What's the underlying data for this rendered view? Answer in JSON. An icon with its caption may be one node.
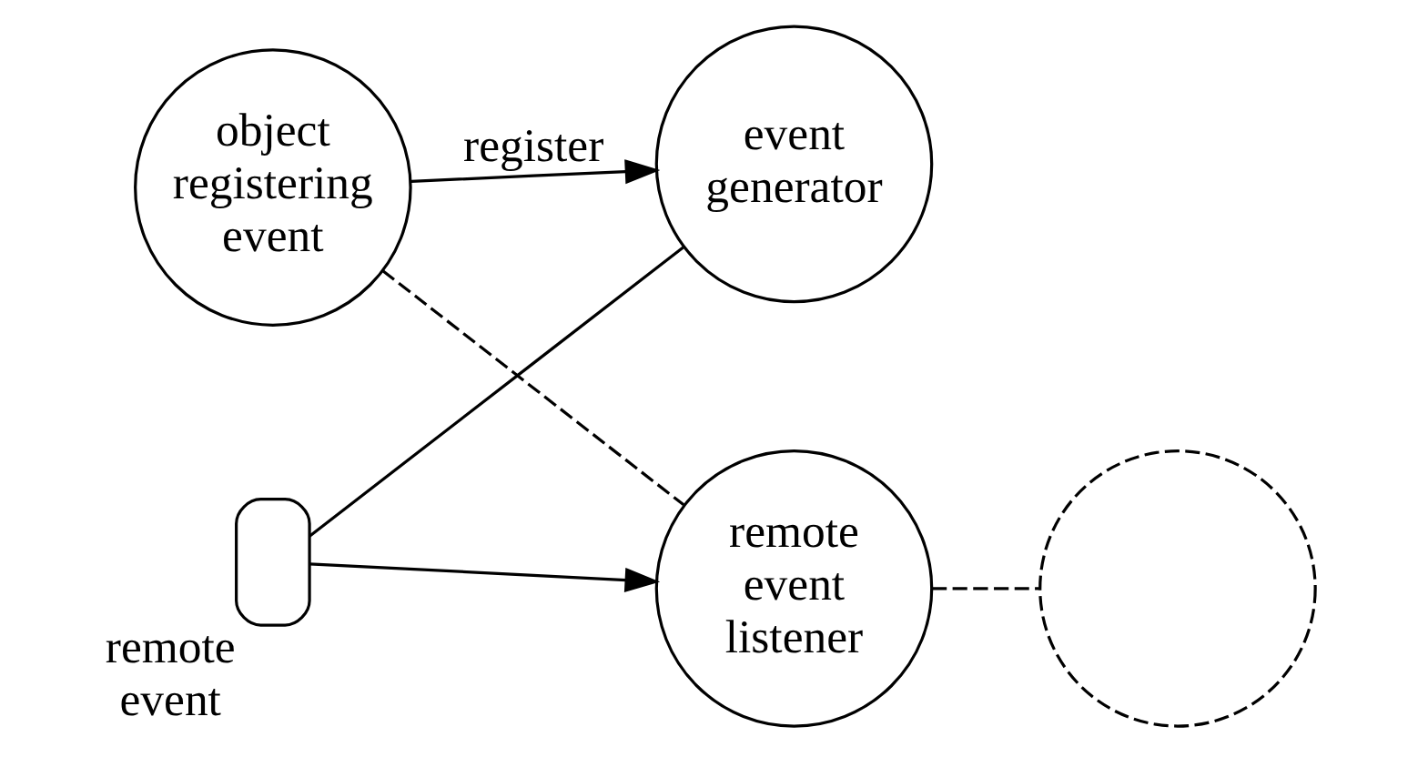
{
  "diagram": {
    "nodes": [
      {
        "text": [
          "object registering event"
        ]
      },
      {
        "text": [
          "event generator"
        ]
      },
      {
        "text": [],
        "shape": "pill",
        "beside": [
          "remote event"
        ]
      },
      {
        "text": [
          "remote event listener"
        ]
      },
      {
        "text": [],
        "shape": "circle"
      }
    ],
    "edges": [
      {
        "from": 0,
        "to": 1,
        "arrow": "to",
        "label": "register"
      },
      {
        "from": 1,
        "to": 2,
        "arrow": "none"
      },
      {
        "from": 2,
        "to": 3,
        "arrow": "to"
      },
      {
        "from": 0,
        "to": 3,
        "arrow": "none",
        "style": "dashed"
      },
      {
        "from": 3,
        "to": 4,
        "arrow": "none",
        "style": "dashed"
      }
    ]
  }
}
